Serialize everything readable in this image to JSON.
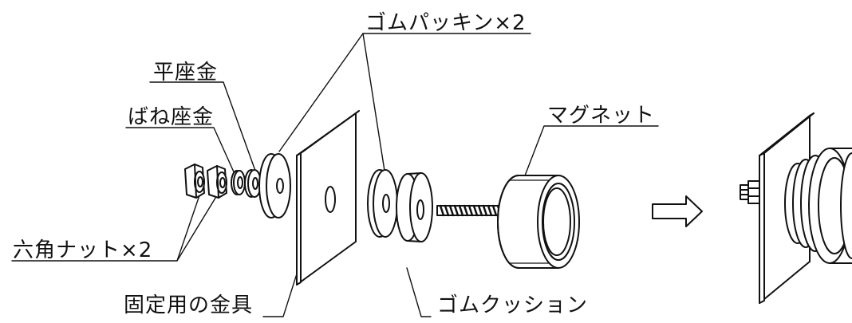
{
  "labels": {
    "rubber_packing": "ゴムパッキン×2",
    "flat_washer": "平座金",
    "spring_washer": "ばね座金",
    "magnet": "マグネット",
    "hex_nut": "六角ナット×2",
    "bracket": "固定用の金具",
    "rubber_cushion": "ゴムクッション"
  },
  "colors": {
    "line": "#111111",
    "background": "#ffffff"
  }
}
